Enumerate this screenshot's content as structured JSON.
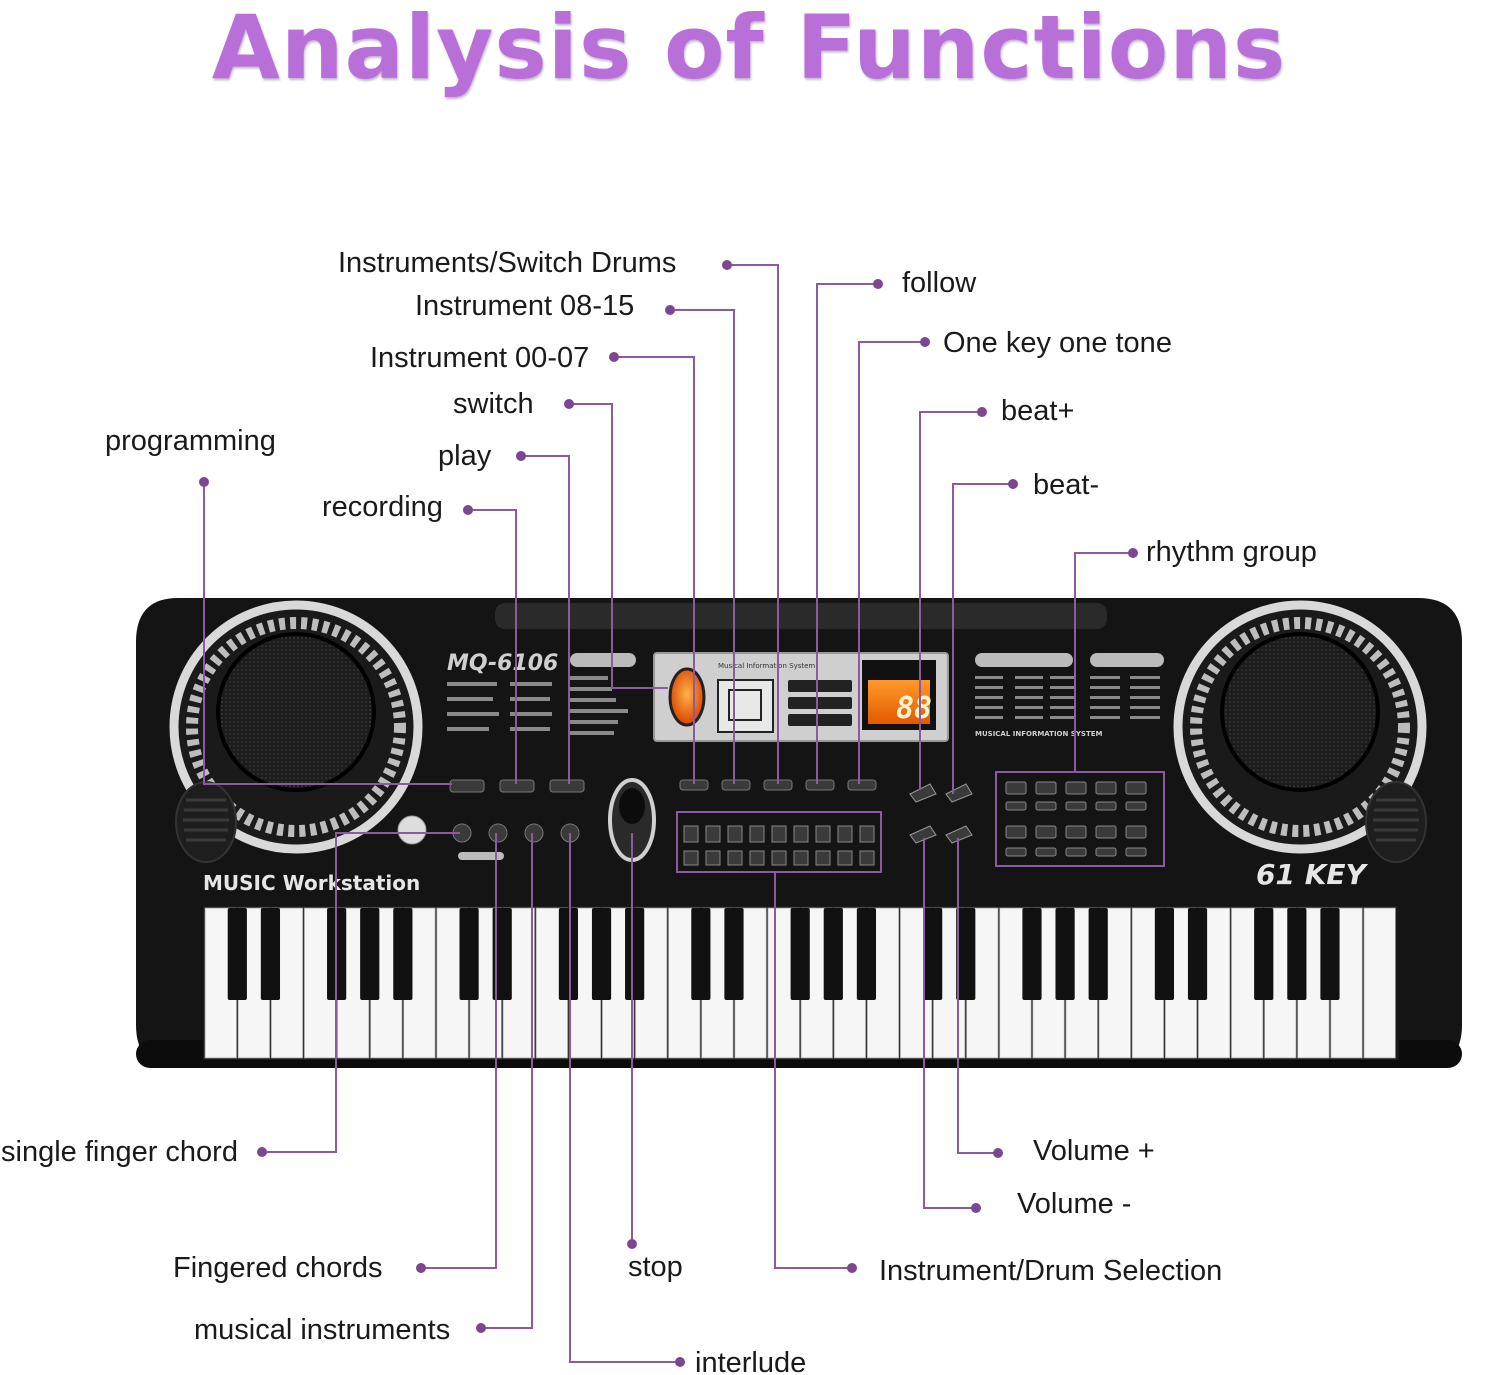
{
  "title": "Analysis of Functions",
  "keyboard": {
    "model": "MQ-6106",
    "brand_text": "MUSIC Workstation",
    "key_badge": "61 KEY",
    "display_text": "88",
    "info_text": "Musical Information System",
    "info_panel_text": "MUSICAL INFORMATION SYSTEM"
  },
  "labels": {
    "instruments_switch_drums": "Instruments/Switch Drums",
    "instrument_08_15": "Instrument 08-15",
    "instrument_00_07": "Instrument 00-07",
    "switch": "switch",
    "play": "play",
    "recording": "recording",
    "programming": "programming",
    "follow": "follow",
    "one_key_one_tone": "One key one tone",
    "beat_plus": "beat+",
    "beat_minus": "beat-",
    "rhythm_group": "rhythm group",
    "single_finger_chord": "single finger chord",
    "fingered_chords": "Fingered chords",
    "musical_instruments": "musical instruments",
    "stop": "stop",
    "interlude": "interlude",
    "volume_plus": "Volume +",
    "volume_minus": "Volume -",
    "instrument_drum_selection": "Instrument/Drum Selection"
  },
  "colors": {
    "title": "#b86fd8",
    "leader_line": "#8c5aa0",
    "keyboard_body": "#141414"
  }
}
